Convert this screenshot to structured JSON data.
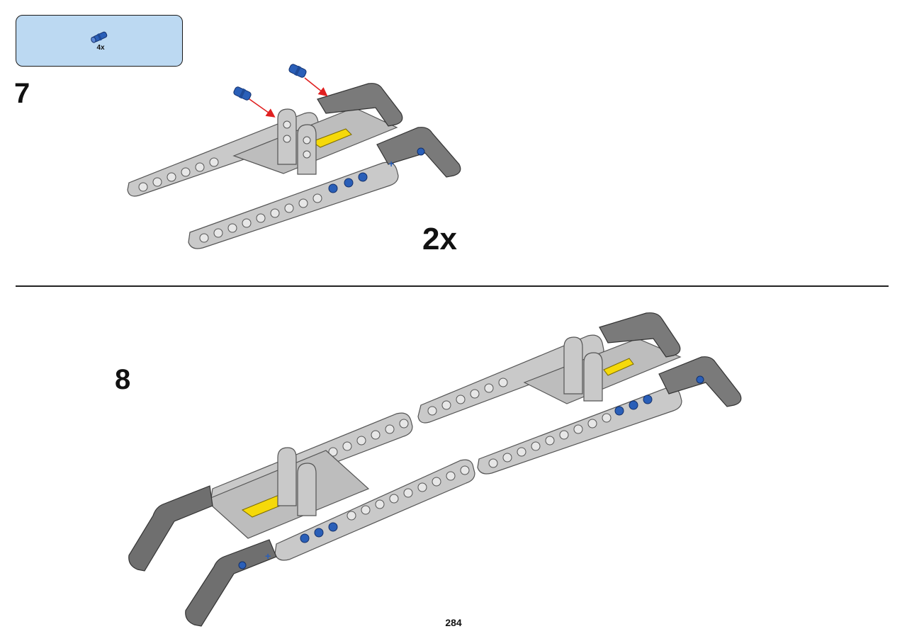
{
  "step7": {
    "number": "7",
    "parts": [
      {
        "name": "blue-axle-pin",
        "count": "4x",
        "color": "#2a5fb8"
      }
    ],
    "multiplier": "2x"
  },
  "step8": {
    "number": "8"
  },
  "page": {
    "number": "284"
  },
  "colors": {
    "parts_box_bg": "#bcd9f2",
    "light_gray_beam": "#c8c8c8",
    "dark_gray_beam": "#6f6f6f",
    "blue_pin": "#2a5fb8",
    "yellow_plate": "#f5d90a",
    "arrow": "#e02020"
  }
}
